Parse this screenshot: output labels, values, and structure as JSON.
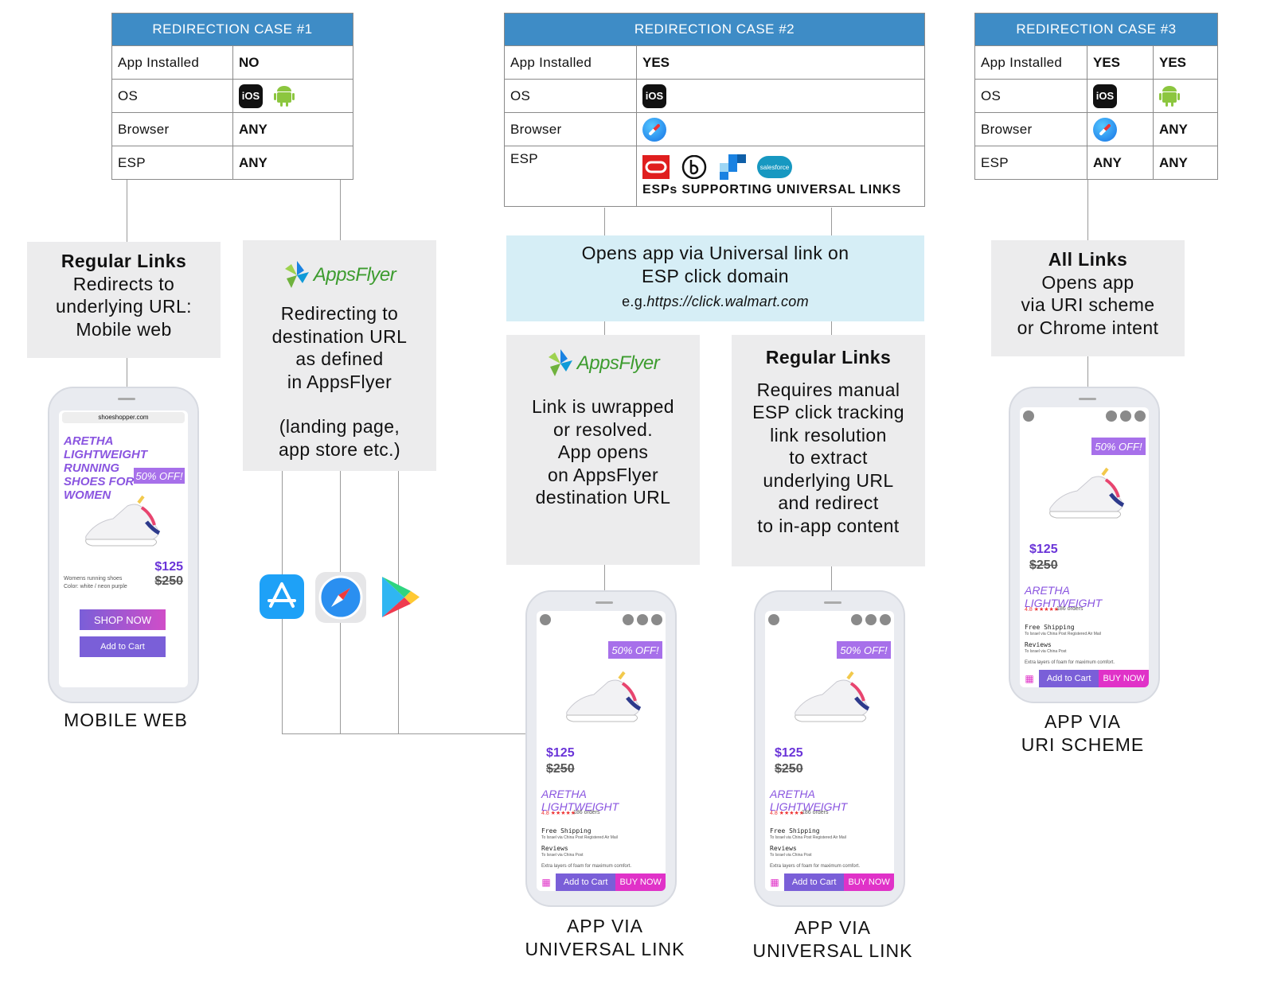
{
  "case1": {
    "header": "REDIRECTION CASE #1",
    "rows": [
      {
        "label": "App Installed",
        "value": "NO"
      },
      {
        "label": "OS",
        "value": ""
      },
      {
        "label": "Browser",
        "value": "ANY"
      },
      {
        "label": "ESP",
        "value": "ANY"
      }
    ],
    "os_icons": [
      "ios-icon",
      "android-icon"
    ],
    "ios_text": "iOS"
  },
  "case2": {
    "header": "REDIRECTION CASE #2",
    "rows": [
      {
        "label": "App Installed",
        "value": "YES"
      },
      {
        "label": "OS",
        "value": ""
      },
      {
        "label": "Browser",
        "value": ""
      },
      {
        "label": "ESP",
        "value": ""
      }
    ],
    "esp_note": "ESPs SUPPORTING UNIVERSAL LINKS",
    "salesforce_text": "salesforce",
    "ios_text": "iOS"
  },
  "case3": {
    "header": "REDIRECTION CASE #3",
    "rows": [
      {
        "label": "App Installed",
        "a": "YES",
        "b": "YES"
      },
      {
        "label": "OS",
        "a": "",
        "b": ""
      },
      {
        "label": "Browser",
        "a": "",
        "b": "ANY"
      },
      {
        "label": "ESP",
        "a": "ANY",
        "b": "ANY"
      }
    ],
    "ios_text": "iOS"
  },
  "boxes": {
    "regular1": {
      "title": "Regular Links",
      "lines": [
        "Redirects to",
        "underlying URL:",
        "Mobile web"
      ]
    },
    "appsflyer1": {
      "logo": "AppsFlyer",
      "lines": [
        "Redirecting to",
        "destination URL",
        "as defined",
        "in AppsFlyer",
        "",
        "(landing page,",
        "app store etc.)"
      ]
    },
    "universal": {
      "lines": [
        "Opens app via Universal link on",
        "ESP click domain"
      ],
      "example_prefix": "e.g.",
      "example_url": "https://click.walmart.com"
    },
    "appsflyer2": {
      "logo": "AppsFlyer",
      "lines": [
        "Link is uwrapped",
        "or resolved.",
        "App opens",
        "on AppsFlyer",
        "destination URL"
      ]
    },
    "regular2": {
      "title": "Regular Links",
      "lines": [
        "Requires manual",
        "ESP click tracking",
        "link resolution",
        "to extract",
        "underlying URL",
        "and redirect",
        "to in-app content"
      ]
    },
    "alllinks": {
      "title": "All Links",
      "lines": [
        "Opens app",
        "via URI scheme",
        "or Chrome intent"
      ]
    }
  },
  "captions": {
    "mobile_web": "MOBILE WEB",
    "universal1": [
      "APP VIA",
      "UNIVERSAL LINK"
    ],
    "universal2": [
      "APP VIA",
      "UNIVERSAL LINK"
    ],
    "uri": [
      "APP VIA",
      "URI SCHEME"
    ]
  },
  "phone_web": {
    "url": "shoeshopper.com",
    "product": [
      "ARETHA",
      "LIGHTWEIGHT",
      "RUNNING",
      "SHOES FOR",
      "WOMEN"
    ],
    "offer": "50% OFF!",
    "price_new": "$125",
    "price_old": "$250",
    "desc1": "Womens running shoes",
    "desc2": "Color: white / neon purple",
    "shop_now": "SHOP NOW",
    "add_to_cart": "Add to Cart"
  },
  "phone_app": {
    "offer": "50% OFF!",
    "price_new": "$125",
    "price_old": "$250",
    "title": "ARETHA LIGHTWEIGHT",
    "rating": "4.8 ★★★★★",
    "orders": "186 orders",
    "shipping": "Free Shipping",
    "shipping_sub": "To Israel via China Post Registered Air Mail",
    "reviews": "Reviews",
    "reviews_sub": "To Israel via China Post",
    "extra": "Extra layers of foam for maximum comfort.",
    "add_to_cart": "Add to Cart",
    "buy_now": "BUY NOW"
  },
  "colors": {
    "header_blue": "#3e8cc6",
    "box_gray": "#ececed",
    "box_blue": "#d6eef6",
    "purple": "#7a5fd8",
    "magenta": "#e032c8"
  }
}
